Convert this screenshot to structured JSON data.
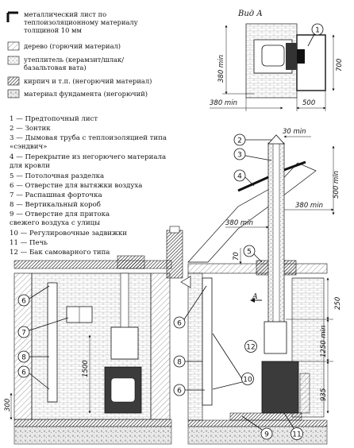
{
  "legend": [
    {
      "lines": [
        "металлический лист по",
        "теплоизоляционному материалу",
        "толщиной 10 мм"
      ]
    },
    {
      "lines": [
        "дерево (горючий материал)"
      ]
    },
    {
      "lines": [
        "утеплитель (керамзит/шлак/",
        "базальтовая вата)"
      ]
    },
    {
      "lines": [
        "кирпич и т.п. (негорючий материал)"
      ]
    },
    {
      "lines": [
        "материал фундамента (негорючий)"
      ]
    }
  ],
  "captions": [
    [
      "1 — Предтопочный лист"
    ],
    [
      "2 — Зонтик"
    ],
    [
      "3 — Дымовая труба с теплоизоляцией типа",
      "«сэндвич»"
    ],
    [
      "4 — Перекрытие из негорючего материала",
      "для кровли"
    ],
    [
      "5 — Потолочная разделка"
    ],
    [
      "6 — Отверстие для вытяжки воздуха"
    ],
    [
      "7 — Распашная форточка"
    ],
    [
      "8 — Вертикальный короб"
    ],
    [
      "9 — Отверстие для притока",
      "свежего воздуха с улицы"
    ],
    [
      "10 — Регулировочные задвижки"
    ],
    [
      "11 — Печь"
    ],
    [
      "12 — Бак самоварного типа"
    ]
  ],
  "view_title": "Вид А",
  "view_arrow_label": "А",
  "dims": {
    "d380_min_v": "380 min",
    "d700": "700",
    "d380_min_h": "380 min",
    "d500": "500",
    "d30_min": "30 min",
    "d500_min": "500 min",
    "d380_min_mid": "380 min",
    "d380_min_left": "380 min",
    "d70": "70",
    "d250": "250",
    "d1250_min": "1250 min",
    "d935": "935",
    "d1500": "1500",
    "d300": "300"
  },
  "callouts": {
    "c1": "1",
    "c2": "2",
    "c3": "3",
    "c4": "4",
    "c5": "5",
    "c6a": "6",
    "c6b": "6",
    "c6c": "6",
    "c6d": "6",
    "c7": "7",
    "c8": "8",
    "c9": "9",
    "c10": "10",
    "c11": "11",
    "c12": "12"
  }
}
